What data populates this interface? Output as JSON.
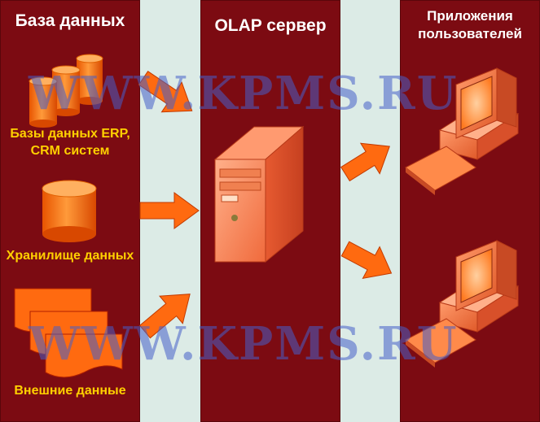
{
  "columns": {
    "database": {
      "title": "База данных"
    },
    "olap": {
      "title": "OLAP сервер"
    },
    "apps": {
      "title": "Приложения пользователей"
    }
  },
  "sources": {
    "erp": {
      "label": "Базы данных ERP, CRM систем"
    },
    "warehouse": {
      "label": "Хранилище данных"
    },
    "external": {
      "label": "Внешние данные"
    }
  },
  "watermark": "WWW.KPMS.RU",
  "colors": {
    "panel": "#7c0b12",
    "gap": "#dcebe6",
    "accent": "#ff6a10",
    "caption": "#ffd000"
  }
}
